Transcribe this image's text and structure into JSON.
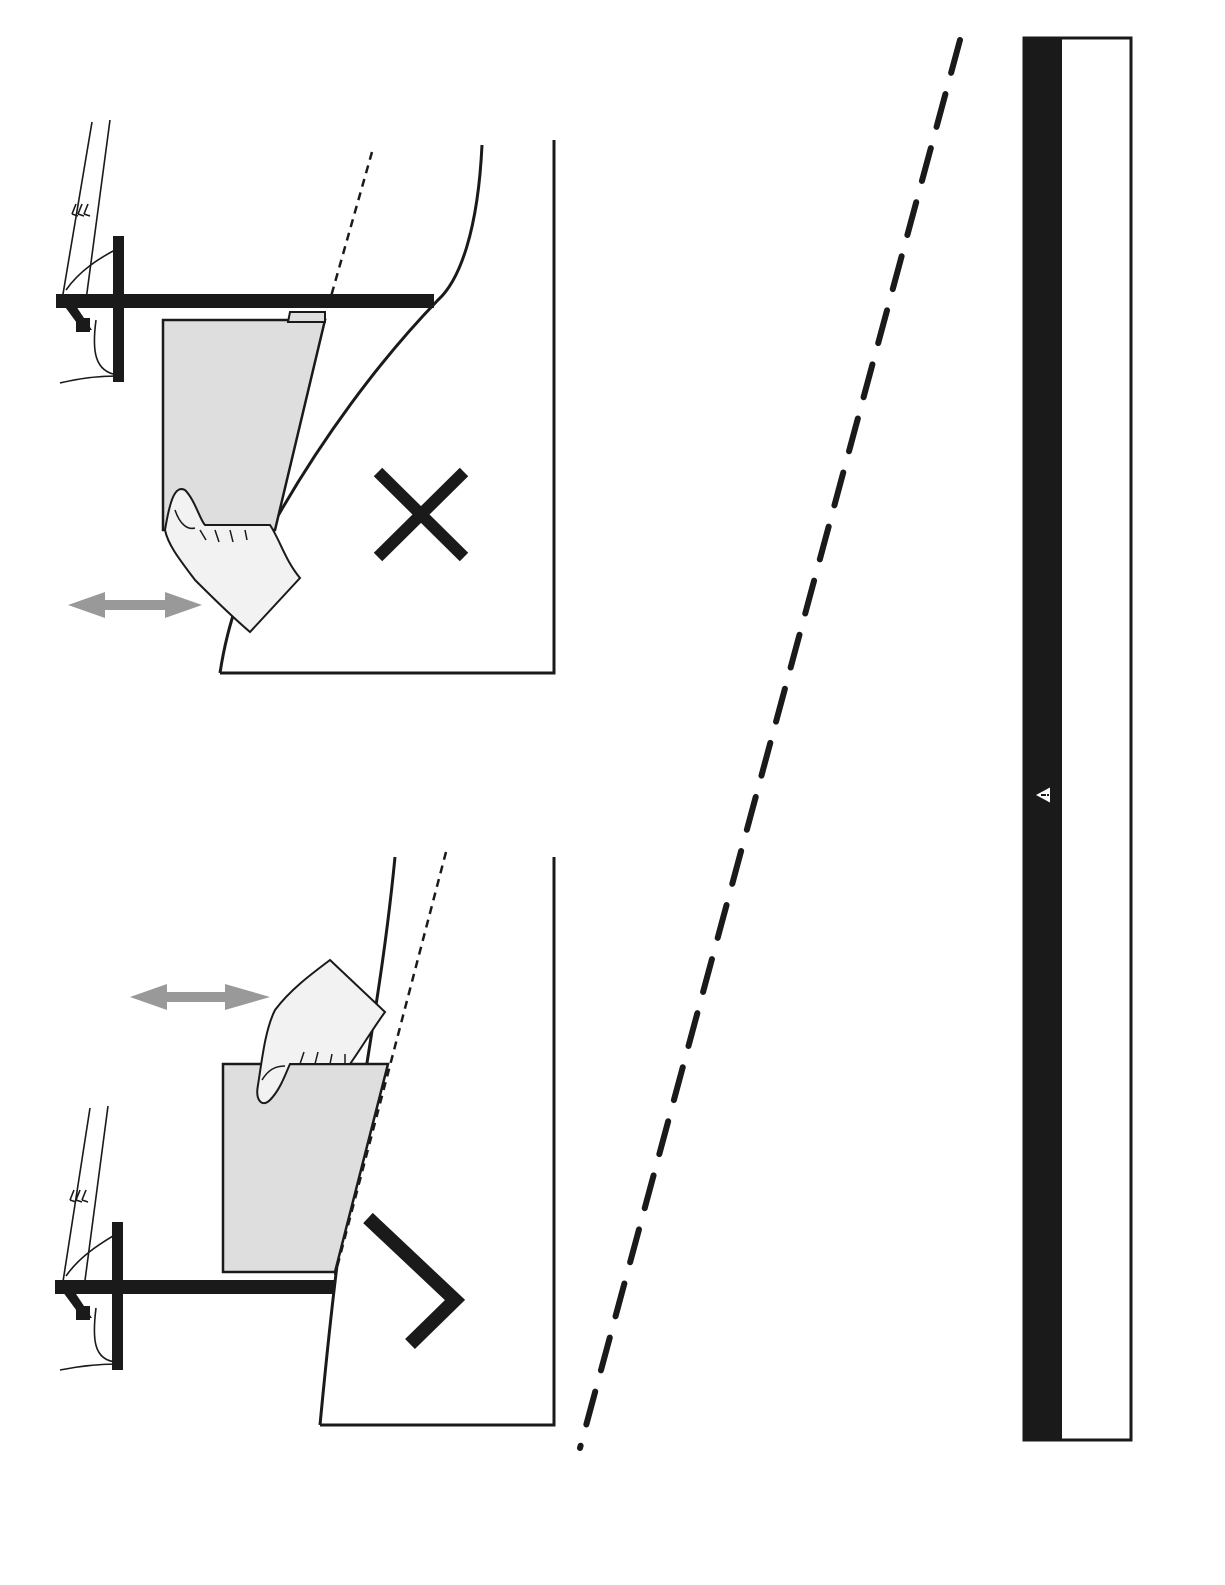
{
  "document": {
    "orientation": "rotated-landscape",
    "warning_banner": {
      "icon": "warning-triangle-icon",
      "background_color": "#1a1a1a",
      "border_color": "#1a1a1a"
    },
    "panels": [
      {
        "id": "incorrect",
        "verdict_icon": "x-mark-icon",
        "scene": [
          "utility-pole",
          "service-drop-line",
          "shipping-carton",
          "hand",
          "motion-arrow-icon"
        ]
      },
      {
        "id": "correct",
        "verdict_icon": "check-mark-icon",
        "scene": [
          "utility-pole",
          "service-drop-line",
          "shipping-carton",
          "hand",
          "motion-arrow-icon"
        ]
      }
    ],
    "divider": "dashed-cut-line",
    "colors": {
      "ink": "#1a1a1a",
      "carton_fill": "#dedede",
      "arrow_fill": "#999999",
      "hand_fill": "#f2f2f2"
    }
  }
}
